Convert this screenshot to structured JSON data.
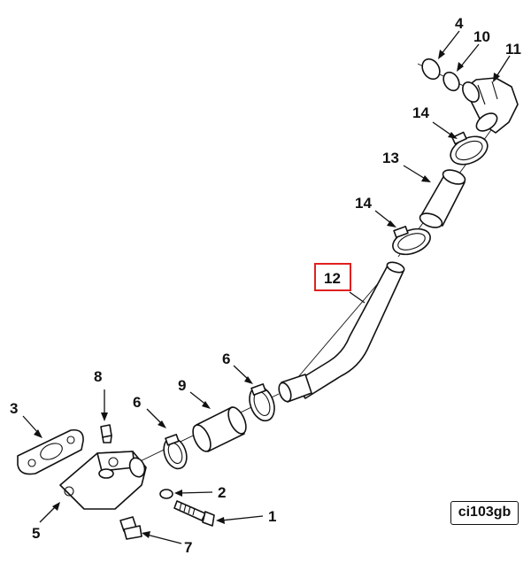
{
  "callouts": {
    "c1": "1",
    "c2": "2",
    "c3": "3",
    "c4": "4",
    "c5": "5",
    "c6a": "6",
    "c6b": "6",
    "c7": "7",
    "c8": "8",
    "c9": "9",
    "c10": "10",
    "c11": "11",
    "c12": "12",
    "c13": "13",
    "c14a": "14",
    "c14b": "14"
  },
  "reference_code": "ci103gb",
  "colors": {
    "highlight": "#e02020",
    "line": "#111111",
    "background": "#ffffff"
  }
}
